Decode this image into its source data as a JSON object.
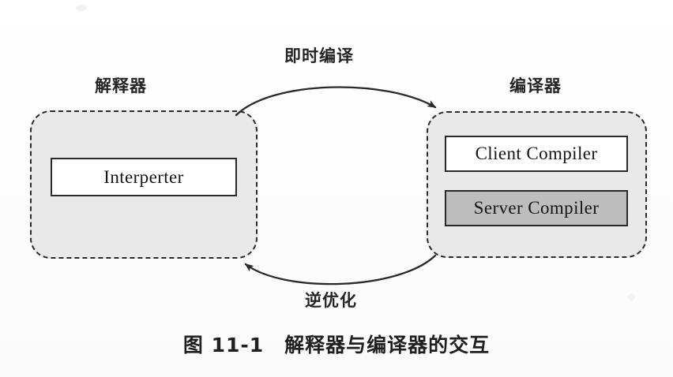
{
  "figure": {
    "caption_number": "图 11-1",
    "caption_text": "解释器与编译器的交互",
    "background_color": "#fdfdfd"
  },
  "diagram": {
    "type": "cycle-diagram",
    "groups": [
      {
        "id": "interpreter",
        "label": "解释器",
        "fill_color": "#e9e9e9",
        "border_style": "dashed",
        "items": [
          {
            "id": "interperter",
            "label": "Interperter",
            "fill_color": "#ffffff"
          }
        ]
      },
      {
        "id": "compiler",
        "label": "编译器",
        "fill_color": "#e9e9e9",
        "border_style": "dashed",
        "items": [
          {
            "id": "client-compiler",
            "label": "Client Compiler",
            "fill_color": "#ffffff"
          },
          {
            "id": "server-compiler",
            "label": "Server Compiler",
            "fill_color": "#bdbdbd"
          }
        ]
      }
    ],
    "arrows": [
      {
        "id": "jit-arrow",
        "label": "即时编译",
        "from": "interpreter",
        "to": "compiler",
        "direction": "left-to-right",
        "position": "top",
        "color": "#2a2a2a"
      },
      {
        "id": "deopt-arrow",
        "label": "逆优化",
        "from": "compiler",
        "to": "interpreter",
        "direction": "right-to-left",
        "position": "bottom",
        "color": "#2a2a2a"
      }
    ]
  }
}
